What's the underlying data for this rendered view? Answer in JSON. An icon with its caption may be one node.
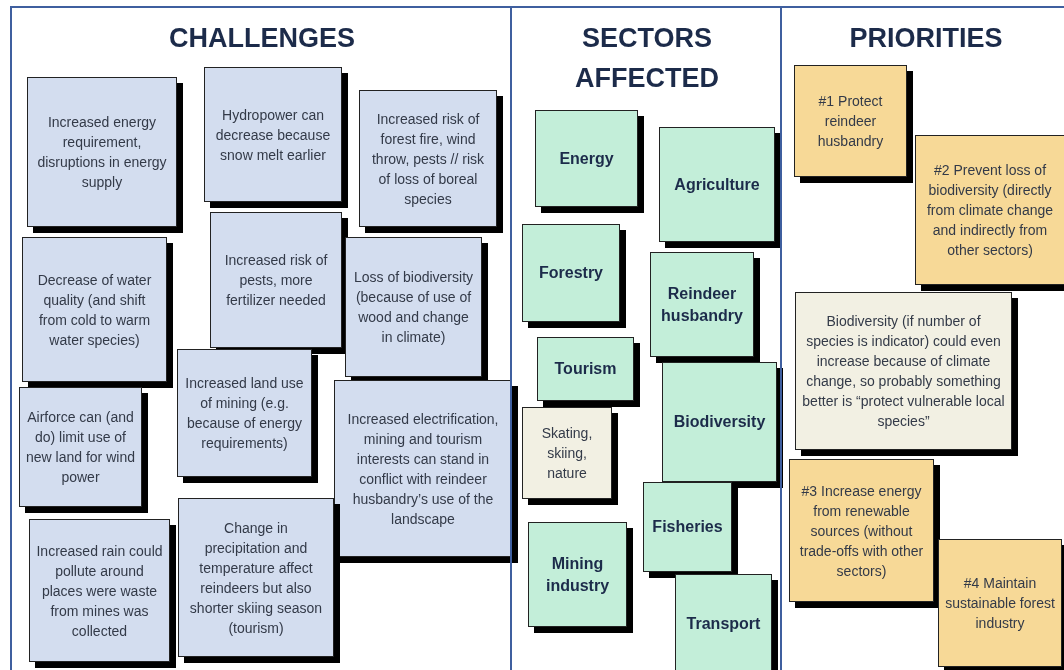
{
  "diagram": {
    "nodes": [
      {
        "text": [
          "CHALLENGES"
        ]
      },
      {
        "text": [
          "Increased energy requirement, disruptions in energy supply"
        ],
        "in": 0
      },
      {
        "text": [
          "Hydropower can decrease because snow melt earlier"
        ],
        "in": 0
      },
      {
        "text": [
          "Increased risk of forest fire, wind throw, pests // risk of loss of boreal species"
        ],
        "in": 0
      },
      {
        "text": [
          "Decrease of water quality (and shift from cold to warm water species)"
        ],
        "in": 0
      },
      {
        "text": [
          "Increased risk of pests, more fertilizer needed"
        ],
        "in": 0
      },
      {
        "text": [
          "Loss of biodiversity (because of use of wood and change in climate)"
        ],
        "in": 0
      },
      {
        "text": [
          "Increased land use of mining (e.g. because of energy requirements)"
        ],
        "in": 0
      },
      {
        "text": [
          "Airforce can (and do) limit use of new land for wind power"
        ],
        "in": 0
      },
      {
        "text": [
          "Increased electrification, mining and tourism interests can stand in conflict with reindeer husbandry’s use of the landscape"
        ],
        "in": 0
      },
      {
        "text": [
          "Increased rain could pollute around places were waste from mines was collected"
        ],
        "in": 0
      },
      {
        "text": [
          "Change in precipitation and temperature affect reindeers but also shorter skiing season (tourism)"
        ],
        "in": 0
      },
      {
        "text": [
          "SECTORS AFFECTED"
        ]
      },
      {
        "text": [
          "Energy"
        ],
        "in": 12
      },
      {
        "text": [
          "Agriculture"
        ],
        "in": 12
      },
      {
        "text": [
          "Forestry"
        ],
        "in": 12
      },
      {
        "text": [
          "Reindeer husbandry"
        ],
        "in": 12
      },
      {
        "text": [
          "Tourism"
        ],
        "in": 12
      },
      {
        "text": [
          "Skating, skiing, nature"
        ],
        "in": 12
      },
      {
        "text": [
          "Biodiversity"
        ],
        "in": 12
      },
      {
        "text": [
          "Fisheries"
        ],
        "in": 12
      },
      {
        "text": [
          "Mining industry"
        ],
        "in": 12
      },
      {
        "text": [
          "Transport"
        ],
        "in": 12
      },
      {
        "text": [
          "PRIORITIES"
        ]
      },
      {
        "text": [
          "#1 Protect reindeer husbandry"
        ],
        "in": 23
      },
      {
        "text": [
          "#2 Prevent loss of biodiversity (directly from climate change and indirectly from other sectors)"
        ],
        "in": 23
      },
      {
        "text": [
          "Biodiversity (if number of species is indicator) could even increase because of climate change, so probably something better is “protect vulnerable local species”"
        ],
        "in": 23
      },
      {
        "text": [
          "#3 Increase energy from renewable sources (without trade-offs with other sectors)"
        ],
        "in": 23
      },
      {
        "text": [
          "#4 Maintain sustainable forest industry"
        ],
        "in": 23
      }
    ]
  }
}
